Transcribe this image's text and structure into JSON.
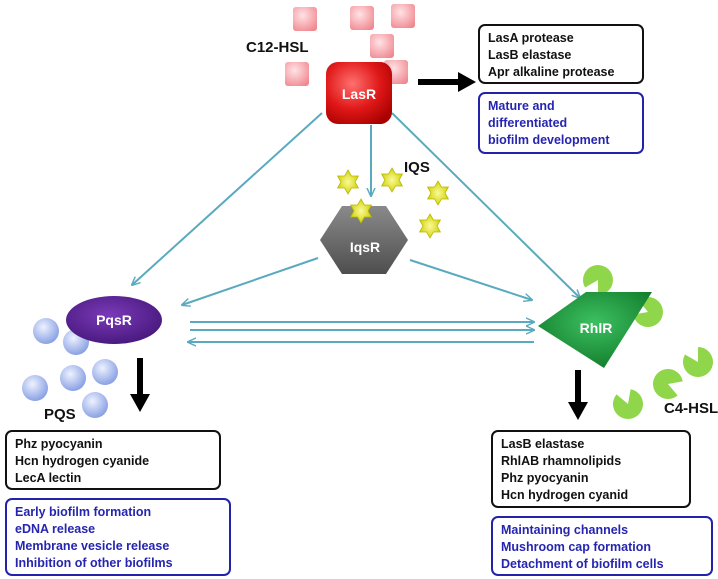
{
  "signals": {
    "c12_hsl": "C12-HSL",
    "iqs": "IQS",
    "pqs": "PQS",
    "c4_hsl": "C4-HSL"
  },
  "receptors": {
    "lasr": "LasR",
    "iqsr": "IqsR",
    "pqsr": "PqsR",
    "rhlr": "RhlR"
  },
  "lasr_products": [
    "LasA protease",
    "LasB elastase",
    "Apr alkaline protease"
  ],
  "lasr_effects": [
    "Mature and",
    "differentiated",
    "biofilm development"
  ],
  "pqsr_products": [
    "Phz pyocyanin",
    "Hcn hydrogen cyanide",
    "LecA lectin"
  ],
  "pqsr_effects": [
    "Early biofilm formation",
    "eDNA release",
    "Membrane vesicle release",
    "Inhibition of other biofilms"
  ],
  "rhlr_products": [
    "LasB elastase",
    "RhlAB rhamnolipids",
    "Phz pyocyanin",
    "Hcn hydrogen cyanid"
  ],
  "rhlr_effects": [
    "Maintaining channels",
    "Mushroom cap formation",
    "Detachment of biofilm cells"
  ],
  "colors": {
    "arrow": "#5aaabf",
    "lasr": "#dd1111",
    "iqsr": "#666666",
    "pqsr": "#6a2aa0",
    "rhlr": "#23943a",
    "c12_squares": "#f4a0a6",
    "iqs_stars": "#e6e61a",
    "pqs_circles": "#9fb3e8",
    "c4_pacs": "#8fd64a",
    "effects_text": "#2525b0"
  }
}
